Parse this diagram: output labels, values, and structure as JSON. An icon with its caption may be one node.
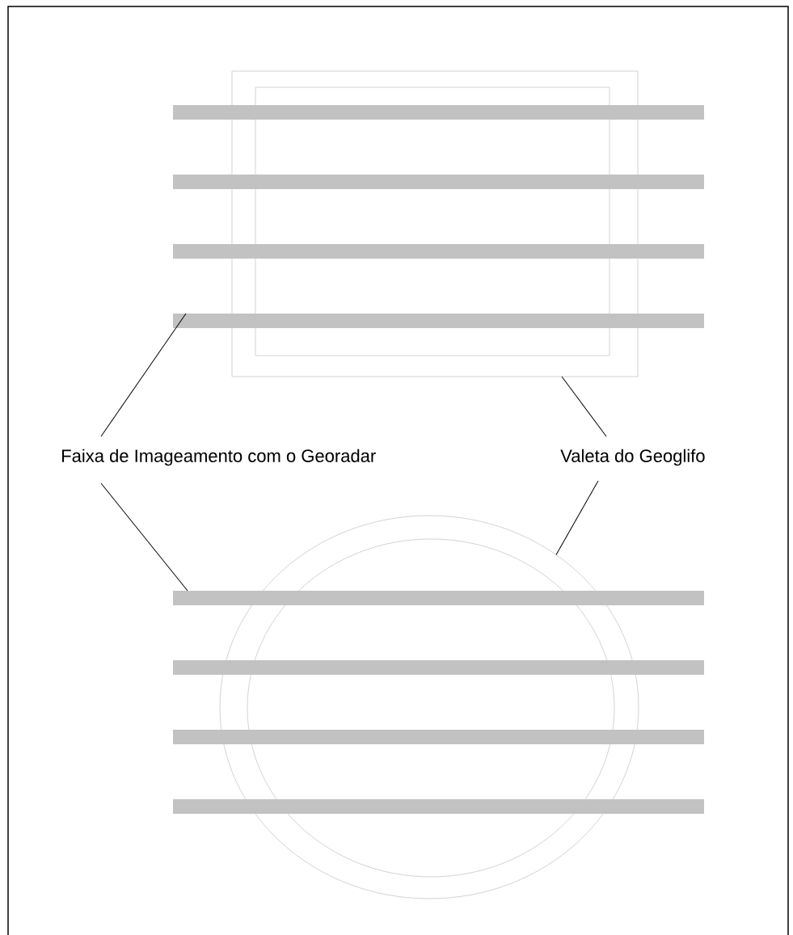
{
  "diagram": {
    "nodes": [
      {
        "text": [],
        "shape": "box"
      },
      {
        "text": [],
        "shape": "bar"
      },
      {
        "text": [],
        "shape": "bar"
      },
      {
        "text": [],
        "shape": "bar"
      },
      {
        "text": [],
        "shape": "bar"
      },
      {
        "text": [
          "Faixa de Imageamento com o Georadar"
        ]
      },
      {
        "text": [
          "Valeta do Geoglifo"
        ]
      },
      {
        "text": [],
        "shape": "circle"
      },
      {
        "text": [],
        "shape": "bar"
      },
      {
        "text": [],
        "shape": "bar"
      },
      {
        "text": [],
        "shape": "bar"
      },
      {
        "text": [],
        "shape": "bar"
      }
    ],
    "edges": [
      {
        "from": 5,
        "to": 4,
        "arrow": "none"
      },
      {
        "from": 6,
        "to": 0,
        "arrow": "none"
      },
      {
        "from": 5,
        "to": 8,
        "arrow": "none"
      },
      {
        "from": 6,
        "to": 7,
        "arrow": "none"
      }
    ]
  }
}
